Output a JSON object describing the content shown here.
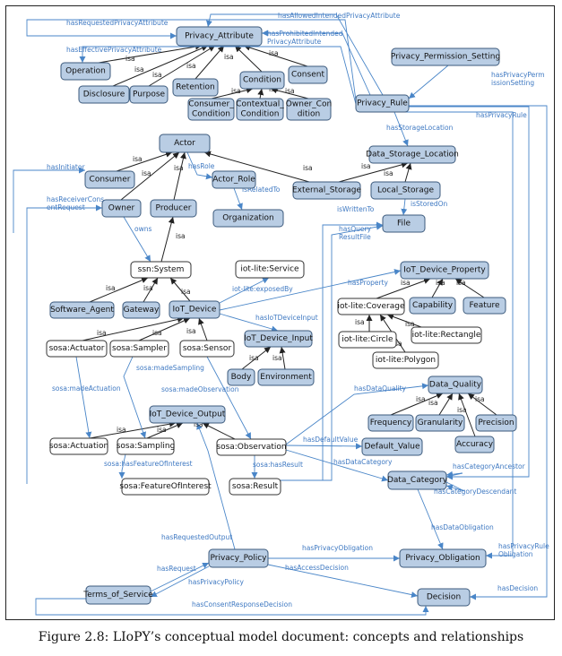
{
  "caption": "Figure 2.8: LIoPY’s conceptual model document: concepts and relationships",
  "nodes": [
    {
      "id": "privacy_attribute",
      "label": "Privacy_Attribute",
      "style": "blue"
    },
    {
      "id": "operation",
      "label": "Operation",
      "style": "blue"
    },
    {
      "id": "disclosure",
      "label": "Disclosure",
      "style": "blue"
    },
    {
      "id": "purpose",
      "label": "Purpose",
      "style": "blue"
    },
    {
      "id": "retention",
      "label": "Retention",
      "style": "blue"
    },
    {
      "id": "condition",
      "label": "Condition",
      "style": "blue"
    },
    {
      "id": "consent",
      "label": "Consent",
      "style": "blue"
    },
    {
      "id": "consumer_condition",
      "label": [
        "Consumer_",
        "Condition"
      ],
      "style": "blue"
    },
    {
      "id": "contextual_condition",
      "label": [
        "Contextual_",
        "Condition"
      ],
      "style": "blue"
    },
    {
      "id": "owner_condition",
      "label": [
        "Owner_Con",
        "dition"
      ],
      "style": "blue"
    },
    {
      "id": "privacy_permission_setting",
      "label": "Privacy_Permission_Setting",
      "style": "blue"
    },
    {
      "id": "privacy_rule",
      "label": "Privacy_Rule",
      "style": "blue"
    },
    {
      "id": "actor",
      "label": "Actor",
      "style": "blue"
    },
    {
      "id": "consumer",
      "label": "Consumer",
      "style": "blue"
    },
    {
      "id": "actor_role",
      "label": "Actor_Role",
      "style": "blue"
    },
    {
      "id": "owner",
      "label": "Owner",
      "style": "blue"
    },
    {
      "id": "producer",
      "label": "Producer",
      "style": "blue"
    },
    {
      "id": "organization",
      "label": "Organization",
      "style": "blue"
    },
    {
      "id": "data_storage_location",
      "label": "Data_Storage_Location",
      "style": "blue"
    },
    {
      "id": "external_storage",
      "label": "External_Storage",
      "style": "blue"
    },
    {
      "id": "local_storage",
      "label": "Local_Storage",
      "style": "blue"
    },
    {
      "id": "file",
      "label": "File",
      "style": "blue"
    },
    {
      "id": "ssn_system",
      "label": "ssn:System",
      "style": "white"
    },
    {
      "id": "iot_lite_service",
      "label": "iot-lite:Service",
      "style": "white"
    },
    {
      "id": "iot_device_property",
      "label": "IoT_Device_Property",
      "style": "blue"
    },
    {
      "id": "software_agent",
      "label": "Software_Agent",
      "style": "blue"
    },
    {
      "id": "gateway",
      "label": "Gateway",
      "style": "blue"
    },
    {
      "id": "iot_device",
      "label": "IoT_Device",
      "style": "blue"
    },
    {
      "id": "iot_lite_coverage",
      "label": "iot-lite:Coverage",
      "style": "white"
    },
    {
      "id": "capability",
      "label": "Capability",
      "style": "blue"
    },
    {
      "id": "feature",
      "label": "Feature",
      "style": "blue"
    },
    {
      "id": "sosa_actuator",
      "label": "sosa:Actuator",
      "style": "white"
    },
    {
      "id": "sosa_sampler",
      "label": "sosa:Sampler",
      "style": "white"
    },
    {
      "id": "sosa_sensor",
      "label": "sosa:Sensor",
      "style": "white"
    },
    {
      "id": "iot_device_input",
      "label": "IoT_Device_Input",
      "style": "blue"
    },
    {
      "id": "iot_lite_circle",
      "label": "iot-lite:Circle",
      "style": "white"
    },
    {
      "id": "iot_lite_rectangle",
      "label": "iot-lite:Rectangle",
      "style": "white"
    },
    {
      "id": "iot_lite_polygon",
      "label": "iot-lite:Polygon",
      "style": "white"
    },
    {
      "id": "body",
      "label": "Body",
      "style": "blue"
    },
    {
      "id": "environment",
      "label": "Environment",
      "style": "blue"
    },
    {
      "id": "data_quality",
      "label": "Data_Quality",
      "style": "blue"
    },
    {
      "id": "iot_device_output",
      "label": "IoT_Device_Output",
      "style": "blue"
    },
    {
      "id": "frequency",
      "label": "Frequency",
      "style": "blue"
    },
    {
      "id": "granularity",
      "label": "Granularity",
      "style": "blue"
    },
    {
      "id": "precision",
      "label": "Precision",
      "style": "blue"
    },
    {
      "id": "sosa_actuation",
      "label": "sosa:Actuation",
      "style": "white"
    },
    {
      "id": "sosa_sampling",
      "label": "sosa:Sampling",
      "style": "white"
    },
    {
      "id": "sosa_observation",
      "label": "sosa:Observation",
      "style": "white"
    },
    {
      "id": "default_value",
      "label": "Default_Value",
      "style": "blue"
    },
    {
      "id": "accuracy",
      "label": "Accuracy",
      "style": "blue"
    },
    {
      "id": "sosa_feature_of_interest",
      "label": "sosa:FeatureOfInterest",
      "style": "white"
    },
    {
      "id": "sosa_result",
      "label": "sosa:Result",
      "style": "white"
    },
    {
      "id": "data_category",
      "label": "Data_Category",
      "style": "blue"
    },
    {
      "id": "privacy_policy",
      "label": "Privacy_Policy",
      "style": "blue"
    },
    {
      "id": "privacy_obligation",
      "label": "Privacy_Obligation",
      "style": "blue"
    },
    {
      "id": "terms_of_service",
      "label": "Terms_of_Service",
      "style": "blue"
    },
    {
      "id": "decision",
      "label": "Decision",
      "style": "blue"
    }
  ],
  "edges": [
    {
      "id": "e1",
      "from": "operation",
      "to": "privacy_attribute",
      "label": "isa",
      "kind": "isa"
    },
    {
      "id": "e2",
      "from": "disclosure",
      "to": "privacy_attribute",
      "label": "isa",
      "kind": "isa"
    },
    {
      "id": "e3",
      "from": "purpose",
      "to": "privacy_attribute",
      "label": "isa",
      "kind": "isa"
    },
    {
      "id": "e4",
      "from": "retention",
      "to": "privacy_attribute",
      "label": "isa",
      "kind": "isa"
    },
    {
      "id": "e5",
      "from": "condition",
      "to": "privacy_attribute",
      "label": "isa",
      "kind": "isa"
    },
    {
      "id": "e6",
      "from": "consent",
      "to": "privacy_attribute",
      "label": "isa",
      "kind": "isa"
    },
    {
      "id": "e7",
      "from": "consumer_condition",
      "to": "condition",
      "label": "isa",
      "kind": "isa"
    },
    {
      "id": "e8",
      "from": "contextual_condition",
      "to": "condition",
      "label": "isa",
      "kind": "isa"
    },
    {
      "id": "e9",
      "from": "owner_condition",
      "to": "condition",
      "label": "isa",
      "kind": "isa"
    },
    {
      "id": "e10",
      "from": "consumer",
      "to": "actor",
      "label": "isa",
      "kind": "isa"
    },
    {
      "id": "e11",
      "from": "owner",
      "to": "actor",
      "label": "isa",
      "kind": "isa"
    },
    {
      "id": "e12",
      "from": "producer",
      "to": "actor",
      "label": "isa",
      "kind": "isa"
    },
    {
      "id": "e13",
      "from": "external_storage",
      "to": "data_storage_location",
      "label": "isa",
      "kind": "isa"
    },
    {
      "id": "e14",
      "from": "local_storage",
      "to": "data_storage_location",
      "label": "isa",
      "kind": "isa"
    },
    {
      "id": "e15",
      "from": "external_storage",
      "to": "actor",
      "label": "isa",
      "kind": "isa"
    },
    {
      "id": "e16",
      "from": "producer",
      "to": "ssn_system",
      "label": "isa",
      "kind": "isa"
    },
    {
      "id": "e17",
      "from": "software_agent",
      "to": "ssn_system",
      "label": "isa",
      "kind": "isa"
    },
    {
      "id": "e18",
      "from": "gateway",
      "to": "ssn_system",
      "label": "isa",
      "kind": "isa"
    },
    {
      "id": "e19",
      "from": "iot_device",
      "to": "ssn_system",
      "label": "isa",
      "kind": "isa"
    },
    {
      "id": "e20",
      "from": "sosa_actuator",
      "to": "iot_device",
      "label": "isa",
      "kind": "isa"
    },
    {
      "id": "e21",
      "from": "sosa_sampler",
      "to": "iot_device",
      "label": "isa",
      "kind": "isa"
    },
    {
      "id": "e22",
      "from": "sosa_sensor",
      "to": "iot_device",
      "label": "isa",
      "kind": "isa"
    },
    {
      "id": "e23",
      "from": "iot_lite_coverage",
      "to": "iot_device_property",
      "label": "isa",
      "kind": "isa"
    },
    {
      "id": "e24",
      "from": "capability",
      "to": "iot_device_property",
      "label": "isa",
      "kind": "isa"
    },
    {
      "id": "e25",
      "from": "feature",
      "to": "iot_device_property",
      "label": "isa",
      "kind": "isa"
    },
    {
      "id": "e26",
      "from": "iot_lite_circle",
      "to": "iot_lite_coverage",
      "label": "isa",
      "kind": "isa"
    },
    {
      "id": "e27",
      "from": "iot_lite_rectangle",
      "to": "iot_lite_coverage",
      "label": "isa",
      "kind": "isa"
    },
    {
      "id": "e28",
      "from": "iot_lite_polygon",
      "to": "iot_lite_coverage",
      "label": "isa",
      "kind": "isa"
    },
    {
      "id": "e29",
      "from": "body",
      "to": "iot_device_input",
      "label": "isa",
      "kind": "isa"
    },
    {
      "id": "e30",
      "from": "environment",
      "to": "iot_device_input",
      "label": "isa",
      "kind": "isa"
    },
    {
      "id": "e31",
      "from": "frequency",
      "to": "data_quality",
      "label": "isa",
      "kind": "isa"
    },
    {
      "id": "e32",
      "from": "granularity",
      "to": "data_quality",
      "label": "isa",
      "kind": "isa"
    },
    {
      "id": "e33",
      "from": "precision",
      "to": "data_quality",
      "label": "isa",
      "kind": "isa"
    },
    {
      "id": "e34",
      "from": "accuracy",
      "to": "data_quality",
      "label": "isa",
      "kind": "isa"
    },
    {
      "id": "e35",
      "from": "sosa_actuation",
      "to": "iot_device_output",
      "label": "isa",
      "kind": "isa"
    },
    {
      "id": "e36",
      "from": "sosa_sampling",
      "to": "iot_device_output",
      "label": "isa",
      "kind": "isa"
    },
    {
      "id": "e37",
      "from": "sosa_observation",
      "to": "iot_device_output",
      "label": "isa",
      "kind": "isa"
    },
    {
      "id": "r1",
      "from": "privacy_rule",
      "to": "privacy_attribute",
      "label": "hasAllowedIntendedPrivacyAttribute",
      "kind": "rel"
    },
    {
      "id": "r2",
      "from": "privacy_rule",
      "to": "privacy_attribute",
      "label": [
        "hasProhibitedIntended",
        "PrivacyAttribute"
      ],
      "kind": "rel"
    },
    {
      "id": "r3",
      "from": "privacy_rule",
      "to": "privacy_attribute",
      "label": "hasRequestedPrivacyAttribute",
      "kind": "rel"
    },
    {
      "id": "r4",
      "from": "privacy_rule",
      "to": "operation",
      "label": "hasEffectivePrivacyAttribute",
      "kind": "rel"
    },
    {
      "id": "r5",
      "from": "privacy_permission_setting",
      "to": "privacy_rule",
      "label": [
        "hasPrivacyPerm",
        "issionSetting"
      ],
      "kind": "rel"
    },
    {
      "id": "r6",
      "from": "privacy_rule",
      "to": "data_storage_location",
      "label": "hasStorageLocation",
      "kind": "rel"
    },
    {
      "id": "r7",
      "from": "privacy_rule",
      "to": "data_category",
      "label": "hasPrivacyRule",
      "kind": "rel"
    },
    {
      "id": "r8",
      "from": "consumer",
      "to": "consumer",
      "label": "hasInitiator",
      "kind": "rel"
    },
    {
      "id": "r9",
      "from": "actor",
      "to": "actor_role",
      "label": "hasRole",
      "kind": "rel"
    },
    {
      "id": "r10",
      "from": "actor_role",
      "to": "organization",
      "label": "isRelatedTo",
      "kind": "rel"
    },
    {
      "id": "r11",
      "from": "owner",
      "to": "ssn_system",
      "label": "owns",
      "kind": "rel"
    },
    {
      "id": "r12",
      "from": "owner",
      "to": "owner",
      "label": [
        "hasReceiverCons",
        "entRequest"
      ],
      "kind": "rel"
    },
    {
      "id": "r13",
      "from": "local_storage",
      "to": "file",
      "label": "isStoredOn",
      "kind": "rel"
    },
    {
      "id": "r14",
      "from": "sosa_result",
      "to": "file",
      "label": "isWrittenTo",
      "kind": "rel"
    },
    {
      "id": "r15",
      "from": "sosa_result",
      "to": "file",
      "label": [
        "hasQuery",
        "ResultFile"
      ],
      "kind": "rel"
    },
    {
      "id": "r16",
      "from": "iot_device",
      "to": "iot_lite_service",
      "label": "iot-lite:exposedBy",
      "kind": "rel"
    },
    {
      "id": "r17",
      "from": "iot_device",
      "to": "iot_device_property",
      "label": "hasProperty",
      "kind": "rel"
    },
    {
      "id": "r18",
      "from": "iot_device",
      "to": "iot_device_input",
      "label": "hasIoTDeviceInput",
      "kind": "rel"
    },
    {
      "id": "r19",
      "from": "sosa_actuator",
      "to": "sosa_actuation",
      "label": "sosa:madeActuation",
      "kind": "rel"
    },
    {
      "id": "r20",
      "from": "sosa_sampler",
      "to": "sosa_sampling",
      "label": "sosa:madeSampling",
      "kind": "rel"
    },
    {
      "id": "r21",
      "from": "sosa_sensor",
      "to": "sosa_observation",
      "label": "sosa:madeObservation",
      "kind": "rel"
    },
    {
      "id": "r22",
      "from": "sosa_observation",
      "to": "data_quality",
      "label": "hasDataQuality",
      "kind": "rel"
    },
    {
      "id": "r23",
      "from": "sosa_observation",
      "to": "default_value",
      "label": "hasDefaultValue",
      "kind": "rel"
    },
    {
      "id": "r24",
      "from": "sosa_observation",
      "to": "sosa_result",
      "label": "sosa:hasResult",
      "kind": "rel"
    },
    {
      "id": "r25",
      "from": "sosa_observation",
      "to": "data_category",
      "label": "hasDataCategory",
      "kind": "rel"
    },
    {
      "id": "r26",
      "from": "sosa_sampling",
      "to": "sosa_feature_of_interest",
      "label": "sosa:hasFeatureOfInterest",
      "kind": "rel"
    },
    {
      "id": "r27",
      "from": "data_category",
      "to": "data_category",
      "label": "hasCategoryAncestor",
      "kind": "rel"
    },
    {
      "id": "r28",
      "from": "data_category",
      "to": "data_category",
      "label": "hasCategoryDescendant",
      "kind": "rel"
    },
    {
      "id": "r29",
      "from": "data_category",
      "to": "privacy_obligation",
      "label": "hasDataObligation",
      "kind": "rel"
    },
    {
      "id": "r30",
      "from": "privacy_rule",
      "to": "privacy_obligation",
      "label": [
        "hasPrivacyRule",
        "Obligation"
      ],
      "kind": "rel"
    },
    {
      "id": "r31",
      "from": "privacy_policy",
      "to": "iot_device_output",
      "label": "hasRequestedOutput",
      "kind": "rel"
    },
    {
      "id": "r32",
      "from": "privacy_policy",
      "to": "privacy_obligation",
      "label": "hasPrivacyObligation",
      "kind": "rel"
    },
    {
      "id": "r33",
      "from": "privacy_policy",
      "to": "decision",
      "label": "hasAccessDecision",
      "kind": "rel"
    },
    {
      "id": "r34",
      "from": "terms_of_service",
      "to": "privacy_policy",
      "label": "hasRequest",
      "kind": "rel"
    },
    {
      "id": "r35",
      "from": "privacy_policy",
      "to": "terms_of_service",
      "label": "hasPrivacyPolicy",
      "kind": "rel"
    },
    {
      "id": "r36",
      "from": "terms_of_service",
      "to": "decision",
      "label": "hasConsentResponseDecision",
      "kind": "rel"
    },
    {
      "id": "r37",
      "from": "privacy_rule",
      "to": "decision",
      "label": "hasDecision",
      "kind": "rel"
    }
  ]
}
